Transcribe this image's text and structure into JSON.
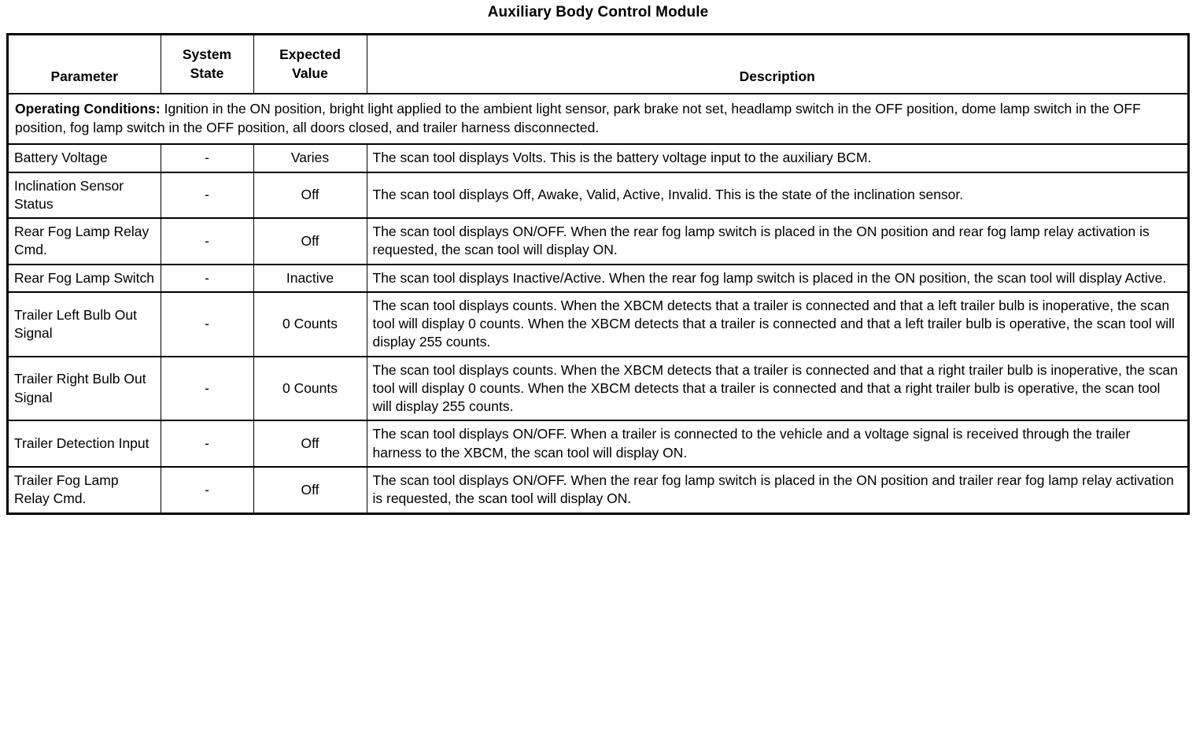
{
  "document": {
    "title": "Auxiliary Body Control Module"
  },
  "table": {
    "headers": {
      "parameter": "Parameter",
      "system_state": "System State",
      "system_state_line1": "System",
      "system_state_line2": "State",
      "expected_value_line1": "Expected",
      "expected_value_line2": "Value",
      "description": "Description"
    },
    "operating_conditions": {
      "label": "Operating Conditions:",
      "text": " Ignition in the ON position, bright light applied to the ambient light sensor, park brake not set, headlamp switch in the OFF position, dome lamp switch in the OFF position, fog lamp switch in the OFF position, all doors closed, and trailer harness disconnected."
    },
    "rows": [
      {
        "parameter": "Battery Voltage",
        "system_state": "-",
        "expected_value": "Varies",
        "description": "The scan tool displays Volts. This is the battery voltage input to the auxiliary BCM."
      },
      {
        "parameter": "Inclination Sensor Status",
        "system_state": "-",
        "expected_value": "Off",
        "description": "The scan tool displays Off, Awake, Valid, Active, Invalid. This is the state of the inclination sensor."
      },
      {
        "parameter": "Rear Fog Lamp Relay Cmd.",
        "system_state": "-",
        "expected_value": "Off",
        "description": "The scan tool displays ON/OFF. When the rear fog lamp switch is placed in the ON position and rear fog lamp relay activation is requested, the scan tool will display ON."
      },
      {
        "parameter": "Rear Fog Lamp Switch",
        "system_state": "-",
        "expected_value": "Inactive",
        "description": "The scan tool displays Inactive/Active. When the rear fog lamp switch is placed in the ON position, the scan tool will display Active."
      },
      {
        "parameter": "Trailer Left Bulb Out Signal",
        "system_state": "-",
        "expected_value": "0 Counts",
        "description": "The scan tool displays counts. When the XBCM detects that a trailer is connected and that a left trailer bulb is inoperative, the scan tool will display 0 counts. When the XBCM detects that a trailer is connected and that a left trailer bulb is operative, the scan tool will display 255 counts."
      },
      {
        "parameter": "Trailer Right Bulb Out Signal",
        "system_state": "-",
        "expected_value": "0 Counts",
        "description": "The scan tool displays counts. When the XBCM detects that a trailer is connected and that a right trailer bulb is inoperative, the scan tool will display 0 counts. When the XBCM detects that a trailer is connected and that a right trailer bulb is operative, the scan tool will display 255 counts."
      },
      {
        "parameter": "Trailer Detection Input",
        "system_state": "-",
        "expected_value": "Off",
        "description": "The scan tool displays ON/OFF. When a trailer is connected to the vehicle and a voltage signal is received through the trailer harness to the XBCM, the scan tool will display ON."
      },
      {
        "parameter": "Trailer Fog Lamp Relay Cmd.",
        "system_state": "-",
        "expected_value": "Off",
        "description": "The scan tool displays ON/OFF. When the rear fog lamp switch is placed in the ON position and trailer rear fog lamp relay activation is requested, the scan tool will display ON."
      }
    ]
  },
  "style": {
    "text_color": "#000000",
    "background_color": "#ffffff",
    "border_color": "#000000"
  }
}
